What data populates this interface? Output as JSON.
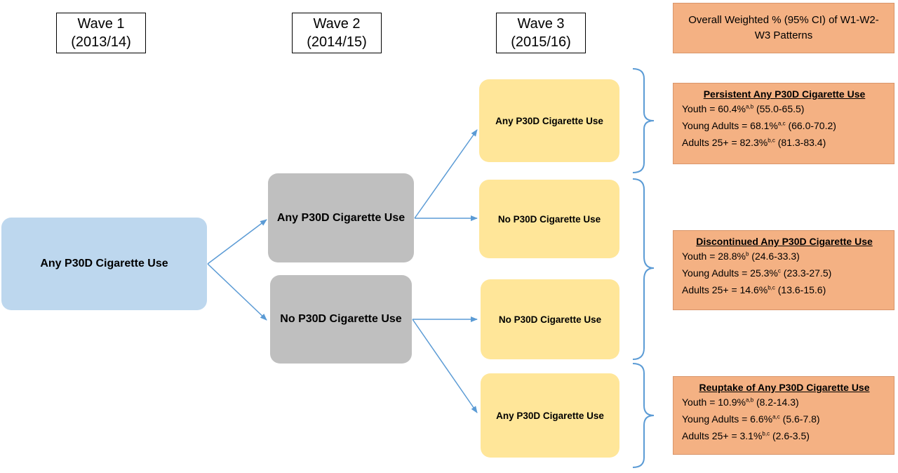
{
  "waves": [
    {
      "name": "Wave 1",
      "years": "(2013/14)"
    },
    {
      "name": "Wave 2",
      "years": "(2014/15)"
    },
    {
      "name": "Wave 3",
      "years": "(2015/16)"
    }
  ],
  "nodes": {
    "w1": "Any P30D Cigarette Use",
    "w2_any": "Any P30D Cigarette Use",
    "w2_no": "No P30D Cigarette Use",
    "w3_any_top": "Any P30D Cigarette Use",
    "w3_no_1": "No P30D Cigarette Use",
    "w3_no_2": "No P30D Cigarette Use",
    "w3_any_bottom": "Any P30D Cigarette Use"
  },
  "summary_header": "Overall Weighted % (95% CI) of W1-W2-W3 Patterns",
  "patterns": [
    {
      "title": "Persistent Any P30D Cigarette Use",
      "rows": [
        {
          "label": "Youth = 60.4%",
          "sup": "a,b",
          "ci": " (55.0-65.5)"
        },
        {
          "label": "Young Adults = 68.1%",
          "sup": "a,c",
          "ci": " (66.0-70.2)"
        },
        {
          "label": "Adults 25+ = 82.3%",
          "sup": "b,c",
          "ci": " (81.3-83.4)"
        }
      ]
    },
    {
      "title": "Discontinued Any P30D Cigarette Use",
      "rows": [
        {
          "label": "Youth = 28.8%",
          "sup": "b",
          "ci": " (24.6-33.3)"
        },
        {
          "label": "Young Adults = 25.3%",
          "sup": "c",
          "ci": " (23.3-27.5)"
        },
        {
          "label": "Adults 25+ = 14.6%",
          "sup": "b,c",
          "ci": " (13.6-15.6)"
        }
      ]
    },
    {
      "title": "Reuptake of Any P30D Cigarette Use",
      "rows": [
        {
          "label": "Youth = 10.9%",
          "sup": "a,b",
          "ci": " (8.2-14.3)"
        },
        {
          "label": "Young Adults = 6.6%",
          "sup": "a,c",
          "ci": " (5.6-7.8)"
        },
        {
          "label": "Adults 25+ = 3.1%",
          "sup": "b,c",
          "ci": " (2.6-3.5)"
        }
      ]
    }
  ],
  "colors": {
    "wave1_box": "#bdd7ee",
    "wave2_box": "#bfbfbf",
    "wave3_box": "#ffe699",
    "summary_box": "#f4b183",
    "arrow": "#5b9bd5"
  }
}
